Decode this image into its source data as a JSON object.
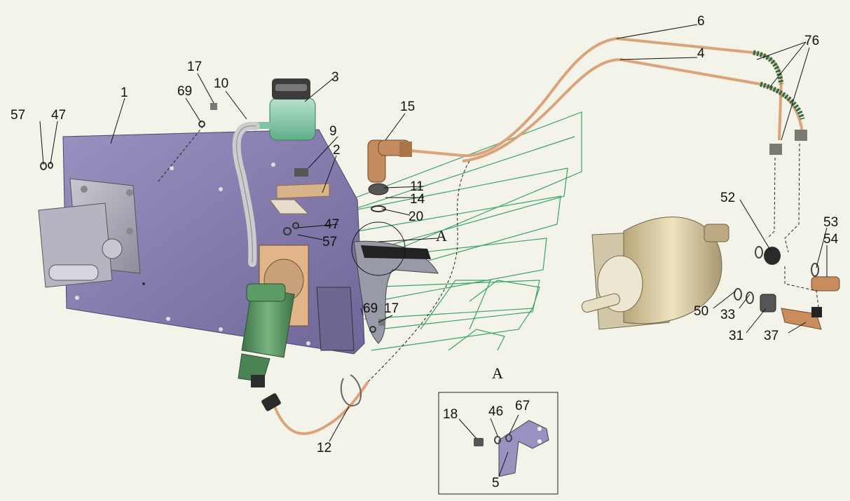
{
  "labels": {
    "n1": "1",
    "n2": "2",
    "n3": "3",
    "n4": "4",
    "n6": "6",
    "n9": "9",
    "n10": "10",
    "n11": "11",
    "n12": "12",
    "n14": "14",
    "n15": "15",
    "n17a": "17",
    "n17b": "17",
    "n20": "20",
    "n31": "31",
    "n33": "33",
    "n37": "37",
    "n47a": "47",
    "n47b": "47",
    "n50": "50",
    "n52": "52",
    "n53": "53",
    "n54": "54",
    "n57a": "57",
    "n57b": "57",
    "n69a": "69",
    "n69b": "69",
    "n76": "76",
    "viewA": "A",
    "insetA": "A",
    "n18": "18",
    "n46": "46",
    "n67": "67",
    "n5": "5"
  },
  "colors": {
    "background": "#f3f3e9",
    "plate": "#8a7fb0",
    "reservoir": "#86c7a8",
    "cylinder": "#4f8a5a",
    "tube": "#d9a47a",
    "booster": "#d8c8a0",
    "ghost_lines": "#3aa36a"
  }
}
